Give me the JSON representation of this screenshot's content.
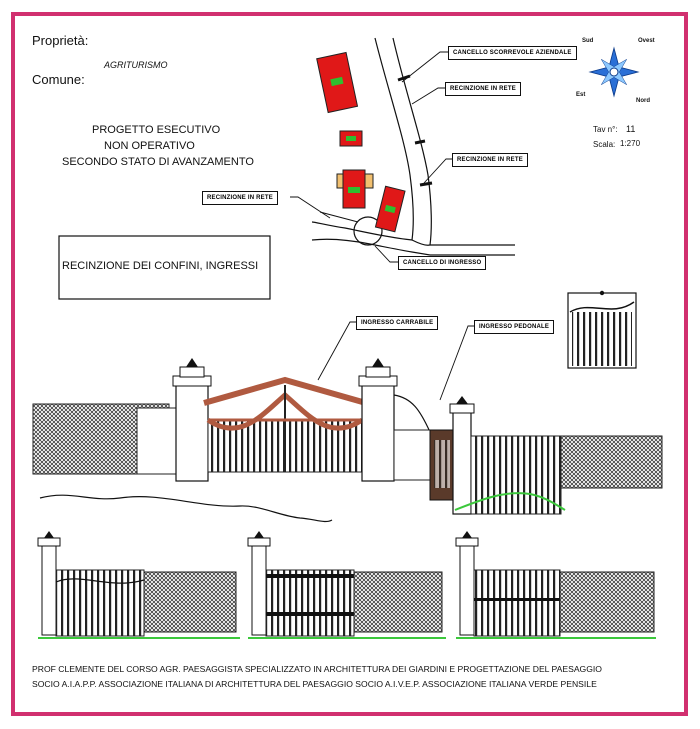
{
  "header": {
    "proprieta_label": "Proprietà:",
    "agriturismo": "AGRITURISMO",
    "comune_label": "Comune:"
  },
  "project": {
    "line1": "PROGETTO ESECUTIVO",
    "line2": "NON OPERATIVO",
    "line3": "SECONDO STATO DI AVANZAMENTO"
  },
  "title_box": "RECINZIONE DEI CONFINI, INGRESSI",
  "sheet": {
    "tav_label": "Tav n°:",
    "tav_value": "11",
    "scala_label": "Scala:",
    "scala_value": "1:270"
  },
  "compass": {
    "sud": "Sud",
    "ovest": "Ovest",
    "est": "Est",
    "nord": "Nord"
  },
  "map_labels": {
    "cancello_scorrevole": "CANCELLO SCORREVOLE AZIENDALE",
    "recinzione_1": "RECINZIONE IN RETE",
    "recinzione_2": "RECINZIONE IN RETE",
    "recinzione_3": "RECINZIONE IN RETE",
    "cancello_ingresso": "CANCELLO DI INGRESSO"
  },
  "elevation_labels": {
    "ingresso_carrabile": "INGRESSO CARRABILE",
    "ingresso_pedonale": "INGRESSO PEDONALE"
  },
  "footer": {
    "line1": "PROF CLEMENTE DEL CORSO AGR. PAESAGGISTA SPECIALIZZATO IN ARCHITETTURA DEI GIARDINI E PROGETTAZIONE DEL PAESAGGIO",
    "line2": "SOCIO A.I.A.P.P. ASSOCIAZIONE ITALIANA DI ARCHITETTURA DEL PAESAGGIO SOCIO A.I.V.E.P. ASSOCIAZIONE ITALIANA VERDE PENSILE"
  },
  "colors": {
    "border": "#d1306f",
    "building": "#e01818",
    "gate_wood": "#b05a40",
    "grass": "#3cc83c",
    "compass": "#2a6fd6"
  }
}
